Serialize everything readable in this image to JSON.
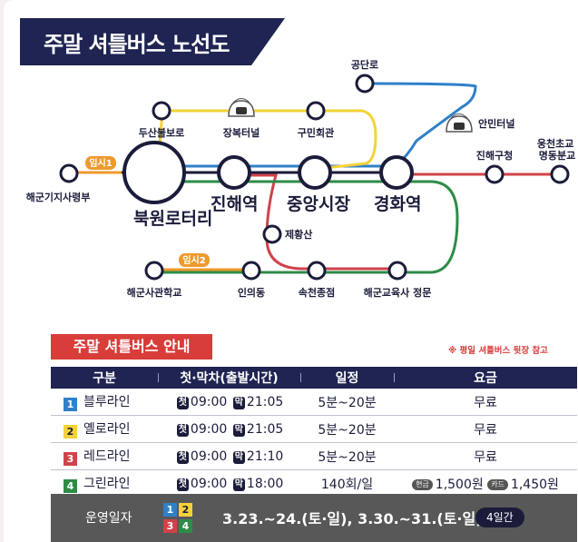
{
  "title": "주말 셔틀버스 노선도",
  "colors": {
    "navy": "#1b1c3a",
    "blue": "#2f80c8",
    "yellow": "#f3d23a",
    "red": "#d0434a",
    "green": "#2e8c47",
    "orange": "#ee9a2e"
  },
  "stations": {
    "bukwon": "북원로터리",
    "jinhae_station": "진해역",
    "jungang_market": "중앙시장",
    "gyeonghwa_station": "경화역",
    "dusan_bulboro": "두산불보로",
    "jangbok_tunnel": "장복터널",
    "gumin_hall": "구민회관",
    "gongdanro": "공단로",
    "anmin_tunnel": "안민터널",
    "jinhae_district_office": "진해구청",
    "ungcheon": "웅천초교\n명동분교",
    "navy_base": "해군기지사령부",
    "jehwangsan": "제황산",
    "navy_academy": "해군사관학교",
    "inui_dong": "인의동",
    "seokcheon": "속천종점",
    "navy_education_gate": "해군교육사 정문"
  },
  "temp_stops": {
    "temp1": "임시1",
    "temp2": "임시2"
  },
  "guide": {
    "title": "주말 셔틀버스 안내",
    "note": "※ 평일 셔틀버스 뒷장 참고",
    "headers": [
      "구분",
      "첫·막차(출발시간)",
      "일정",
      "요금"
    ],
    "first_badge": "첫",
    "last_badge": "막",
    "rows": [
      {
        "num": "1",
        "color": "#2f80c8",
        "num_color": "#ffffff",
        "name": "블루라인",
        "first": "09:00",
        "last": "21:05",
        "schedule": "5분~20분",
        "fare": "무료"
      },
      {
        "num": "2",
        "color": "#f3d23a",
        "num_color": "#1b1c3a",
        "name": "옐로라인",
        "first": "09:00",
        "last": "21:05",
        "schedule": "5분~20분",
        "fare": "무료"
      },
      {
        "num": "3",
        "color": "#d0434a",
        "num_color": "#ffffff",
        "name": "레드라인",
        "first": "09:00",
        "last": "21:10",
        "schedule": "5분~20분",
        "fare": "무료"
      },
      {
        "num": "4",
        "color": "#2e8c47",
        "num_color": "#ffffff",
        "name": "그린라인",
        "first": "09:00",
        "last": "18:00",
        "schedule": "140회/일",
        "fare_cash_label": "현금",
        "fare_cash": "1,500원",
        "fare_card_label": "카드",
        "fare_card": "1,450원"
      }
    ]
  },
  "operation": {
    "label": "운영일자",
    "dates": "3.23.~24.(토·일), 3.30.~31.(토·일)",
    "duration": "4일간"
  }
}
